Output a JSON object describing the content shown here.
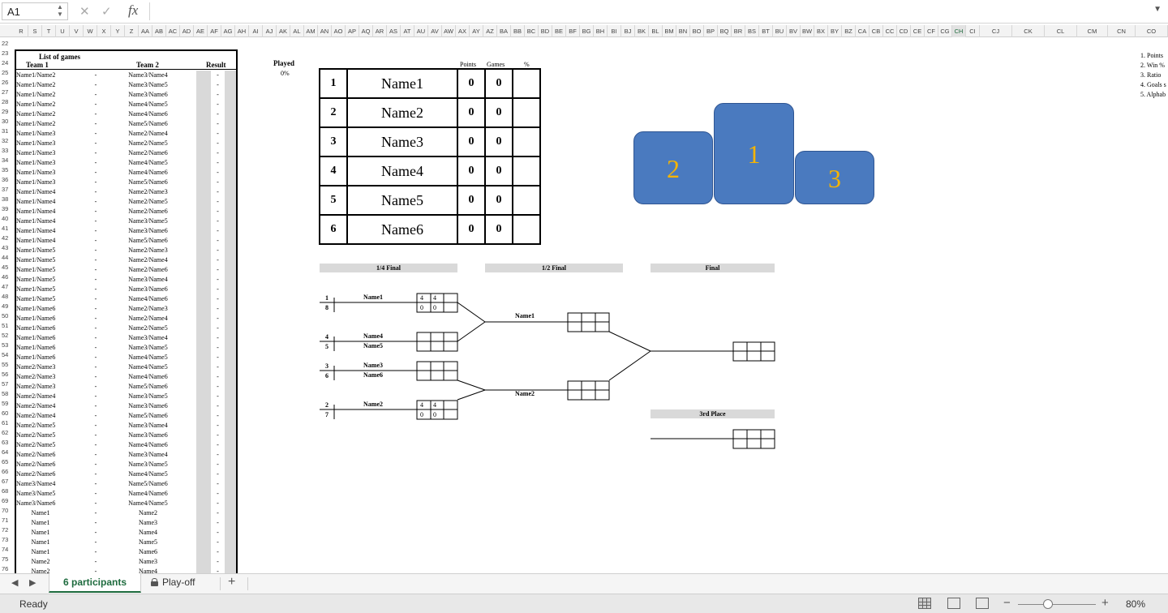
{
  "formula_bar": {
    "cell_ref": "A1",
    "fx_label": "fx",
    "formula": ""
  },
  "columns": [
    "R",
    "S",
    "T",
    "U",
    "V",
    "W",
    "X",
    "Y",
    "Z",
    "AA",
    "AB",
    "AC",
    "AD",
    "AE",
    "AF",
    "AG",
    "AH",
    "AI",
    "AJ",
    "AK",
    "AL",
    "AM",
    "AN",
    "AO",
    "AP",
    "AQ",
    "AR",
    "AS",
    "AT",
    "AU",
    "AV",
    "AW",
    "AX",
    "AY",
    "AZ",
    "BA",
    "BB",
    "BC",
    "BD",
    "BE",
    "BF",
    "BG",
    "BH",
    "BI",
    "BJ",
    "BK",
    "BL",
    "BM",
    "BN",
    "BO",
    "BP",
    "BQ",
    "BR",
    "BS",
    "BT",
    "BU",
    "BV",
    "BW",
    "BX",
    "BY",
    "BZ",
    "CA",
    "CB",
    "CC",
    "CD",
    "CE",
    "CF",
    "CG",
    "CH",
    "CI",
    "CJ",
    "CK",
    "CL",
    "CM",
    "CN",
    "CO"
  ],
  "selected_column": "CH",
  "rows": [
    "22",
    "23",
    "24",
    "25",
    "26",
    "27",
    "28",
    "29",
    "30",
    "31",
    "32",
    "33",
    "34",
    "35",
    "36",
    "37",
    "38",
    "39",
    "40",
    "41",
    "42",
    "43",
    "44",
    "45",
    "46",
    "47",
    "48",
    "49",
    "50",
    "51",
    "52",
    "53",
    "54",
    "55",
    "56",
    "57",
    "58",
    "59",
    "60",
    "61",
    "62",
    "63",
    "64",
    "65",
    "66",
    "67",
    "68",
    "69",
    "70",
    "71",
    "72",
    "73",
    "74",
    "75",
    "76"
  ],
  "games": {
    "title": "List of games",
    "headers": {
      "team1": "Team 1",
      "team2": "Team 2",
      "result": "Result"
    },
    "rows": [
      {
        "t1": "Name1/Name2",
        "t2": "Name3/Name4",
        "d": "-",
        "r": "-"
      },
      {
        "t1": "Name1/Name2",
        "t2": "Name3/Name5",
        "d": "-",
        "r": "-"
      },
      {
        "t1": "Name1/Name2",
        "t2": "Name3/Name6",
        "d": "-",
        "r": "-"
      },
      {
        "t1": "Name1/Name2",
        "t2": "Name4/Name5",
        "d": "-",
        "r": "-"
      },
      {
        "t1": "Name1/Name2",
        "t2": "Name4/Name6",
        "d": "-",
        "r": "-"
      },
      {
        "t1": "Name1/Name2",
        "t2": "Name5/Name6",
        "d": "-",
        "r": "-"
      },
      {
        "t1": "Name1/Name3",
        "t2": "Name2/Name4",
        "d": "-",
        "r": "-"
      },
      {
        "t1": "Name1/Name3",
        "t2": "Name2/Name5",
        "d": "-",
        "r": "-"
      },
      {
        "t1": "Name1/Name3",
        "t2": "Name2/Name6",
        "d": "-",
        "r": "-"
      },
      {
        "t1": "Name1/Name3",
        "t2": "Name4/Name5",
        "d": "-",
        "r": "-"
      },
      {
        "t1": "Name1/Name3",
        "t2": "Name4/Name6",
        "d": "-",
        "r": "-"
      },
      {
        "t1": "Name1/Name3",
        "t2": "Name5/Name6",
        "d": "-",
        "r": "-"
      },
      {
        "t1": "Name1/Name4",
        "t2": "Name2/Name3",
        "d": "-",
        "r": "-"
      },
      {
        "t1": "Name1/Name4",
        "t2": "Name2/Name5",
        "d": "-",
        "r": "-"
      },
      {
        "t1": "Name1/Name4",
        "t2": "Name2/Name6",
        "d": "-",
        "r": "-"
      },
      {
        "t1": "Name1/Name4",
        "t2": "Name3/Name5",
        "d": "-",
        "r": "-"
      },
      {
        "t1": "Name1/Name4",
        "t2": "Name3/Name6",
        "d": "-",
        "r": "-"
      },
      {
        "t1": "Name1/Name4",
        "t2": "Name5/Name6",
        "d": "-",
        "r": "-"
      },
      {
        "t1": "Name1/Name5",
        "t2": "Name2/Name3",
        "d": "-",
        "r": "-"
      },
      {
        "t1": "Name1/Name5",
        "t2": "Name2/Name4",
        "d": "-",
        "r": "-"
      },
      {
        "t1": "Name1/Name5",
        "t2": "Name2/Name6",
        "d": "-",
        "r": "-"
      },
      {
        "t1": "Name1/Name5",
        "t2": "Name3/Name4",
        "d": "-",
        "r": "-"
      },
      {
        "t1": "Name1/Name5",
        "t2": "Name3/Name6",
        "d": "-",
        "r": "-"
      },
      {
        "t1": "Name1/Name5",
        "t2": "Name4/Name6",
        "d": "-",
        "r": "-"
      },
      {
        "t1": "Name1/Name6",
        "t2": "Name2/Name3",
        "d": "-",
        "r": "-"
      },
      {
        "t1": "Name1/Name6",
        "t2": "Name2/Name4",
        "d": "-",
        "r": "-"
      },
      {
        "t1": "Name1/Name6",
        "t2": "Name2/Name5",
        "d": "-",
        "r": "-"
      },
      {
        "t1": "Name1/Name6",
        "t2": "Name3/Name4",
        "d": "-",
        "r": "-"
      },
      {
        "t1": "Name1/Name6",
        "t2": "Name3/Name5",
        "d": "-",
        "r": "-"
      },
      {
        "t1": "Name1/Name6",
        "t2": "Name4/Name5",
        "d": "-",
        "r": "-"
      },
      {
        "t1": "Name2/Name3",
        "t2": "Name4/Name5",
        "d": "-",
        "r": "-"
      },
      {
        "t1": "Name2/Name3",
        "t2": "Name4/Name6",
        "d": "-",
        "r": "-"
      },
      {
        "t1": "Name2/Name3",
        "t2": "Name5/Name6",
        "d": "-",
        "r": "-"
      },
      {
        "t1": "Name2/Name4",
        "t2": "Name3/Name5",
        "d": "-",
        "r": "-"
      },
      {
        "t1": "Name2/Name4",
        "t2": "Name3/Name6",
        "d": "-",
        "r": "-"
      },
      {
        "t1": "Name2/Name4",
        "t2": "Name5/Name6",
        "d": "-",
        "r": "-"
      },
      {
        "t1": "Name2/Name5",
        "t2": "Name3/Name4",
        "d": "-",
        "r": "-"
      },
      {
        "t1": "Name2/Name5",
        "t2": "Name3/Name6",
        "d": "-",
        "r": "-"
      },
      {
        "t1": "Name2/Name5",
        "t2": "Name4/Name6",
        "d": "-",
        "r": "-"
      },
      {
        "t1": "Name2/Name6",
        "t2": "Name3/Name4",
        "d": "-",
        "r": "-"
      },
      {
        "t1": "Name2/Name6",
        "t2": "Name3/Name5",
        "d": "-",
        "r": "-"
      },
      {
        "t1": "Name2/Name6",
        "t2": "Name4/Name5",
        "d": "-",
        "r": "-"
      },
      {
        "t1": "Name3/Name4",
        "t2": "Name5/Name6",
        "d": "-",
        "r": "-"
      },
      {
        "t1": "Name3/Name5",
        "t2": "Name4/Name6",
        "d": "-",
        "r": "-"
      },
      {
        "t1": "Name3/Name6",
        "t2": "Name4/Name5",
        "d": "-",
        "r": "-"
      },
      {
        "t1": "Name1",
        "t2": "Name2",
        "d": "-",
        "r": "-",
        "single": true
      },
      {
        "t1": "Name1",
        "t2": "Name3",
        "d": "-",
        "r": "-",
        "single": true
      },
      {
        "t1": "Name1",
        "t2": "Name4",
        "d": "-",
        "r": "-",
        "single": true
      },
      {
        "t1": "Name1",
        "t2": "Name5",
        "d": "-",
        "r": "-",
        "single": true
      },
      {
        "t1": "Name1",
        "t2": "Name6",
        "d": "-",
        "r": "-",
        "single": true
      },
      {
        "t1": "Name2",
        "t2": "Name3",
        "d": "-",
        "r": "-",
        "single": true
      },
      {
        "t1": "Name2",
        "t2": "Name4",
        "d": "-",
        "r": "-",
        "single": true
      }
    ]
  },
  "played": {
    "label": "Played",
    "value": "0%"
  },
  "standings": {
    "headers": {
      "points": "Points",
      "games": "Games",
      "pct": "%"
    },
    "rows": [
      {
        "rank": "1",
        "name": "Name1",
        "points": "0",
        "games": "0",
        "pct": ""
      },
      {
        "rank": "2",
        "name": "Name2",
        "points": "0",
        "games": "0",
        "pct": ""
      },
      {
        "rank": "3",
        "name": "Name3",
        "points": "0",
        "games": "0",
        "pct": ""
      },
      {
        "rank": "4",
        "name": "Name4",
        "points": "0",
        "games": "0",
        "pct": ""
      },
      {
        "rank": "5",
        "name": "Name5",
        "points": "0",
        "games": "0",
        "pct": ""
      },
      {
        "rank": "6",
        "name": "Name6",
        "points": "0",
        "games": "0",
        "pct": ""
      }
    ]
  },
  "podium": {
    "first": "1",
    "second": "2",
    "third": "3",
    "box_color": "#4a7abf",
    "number_color": "#f5b400"
  },
  "bracket": {
    "stages": {
      "quarter": "1/4 Final",
      "semi": "1/2 Final",
      "final": "Final",
      "third": "3rd Place"
    },
    "quarterfinals": [
      {
        "seed_top": "1",
        "seed_bottom": "8",
        "name_top": "Name1",
        "name_bottom": "",
        "scores": [
          "4",
          "4",
          "0",
          "0"
        ]
      },
      {
        "seed_top": "4",
        "seed_bottom": "5",
        "name_top": "Name4",
        "name_bottom": "Name5",
        "scores": [
          "",
          "",
          "",
          ""
        ]
      },
      {
        "seed_top": "3",
        "seed_bottom": "6",
        "name_top": "Name3",
        "name_bottom": "Name6",
        "scores": [
          "",
          "",
          "",
          ""
        ]
      },
      {
        "seed_top": "2",
        "seed_bottom": "7",
        "name_top": "Name2",
        "name_bottom": "",
        "scores": [
          "4",
          "4",
          "0",
          "0"
        ]
      }
    ],
    "semifinals": [
      {
        "name": "Name1"
      },
      {
        "name": "Name2"
      }
    ]
  },
  "notes": [
    "1. Points",
    "2. Win %",
    "3. Ratio",
    "4. Goals s",
    "5. Alphab"
  ],
  "sheets": {
    "active": "6 participants",
    "other": "Play-off",
    "add_label": "+"
  },
  "status": {
    "text": "Ready",
    "zoom": "80%",
    "zoom_fraction": 0.39
  }
}
